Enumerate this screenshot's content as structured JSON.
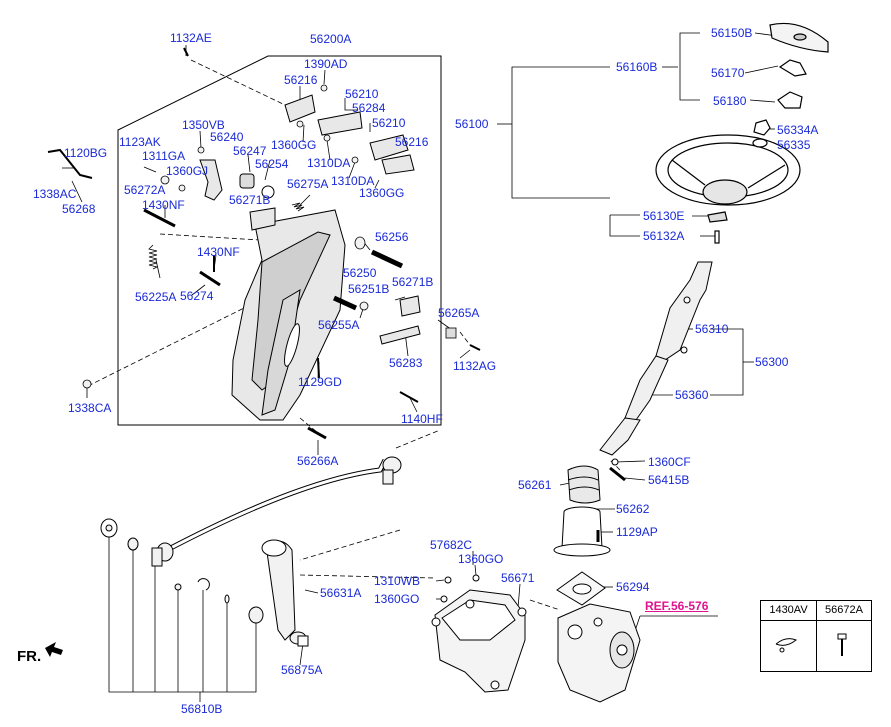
{
  "ref_label": "REF.56-576",
  "fr_label": "FR.",
  "legend_table": {
    "col1": "1430AV",
    "col2": "56672A"
  },
  "parts": {
    "p1132AE": "1132AE",
    "p56200A": "56200A",
    "p1390AD": "1390AD",
    "p56216a": "56216",
    "p56210a": "56210",
    "p56284": "56284",
    "p56210b": "56210",
    "p56216b": "56216",
    "p1360GGa": "1360GG",
    "p1310DA1": "1310DA",
    "p1310DA2": "1310DA",
    "p1360GGb": "1360GG",
    "p1350VB": "1350VB",
    "p1123AK": "1123AK",
    "p56240": "56240",
    "p1311GA": "1311GA",
    "p56247": "56247",
    "p56254": "56254",
    "p1360GJ": "1360GJ",
    "p1120BG": "1120BG",
    "p1338AC": "1338AC",
    "p56268": "56268",
    "p56272A": "56272A",
    "p1430NFa": "1430NF",
    "p56271Ba": "56271B",
    "p56275A": "56275A",
    "p1430NFb": "1430NF",
    "p56256": "56256",
    "p56250": "56250",
    "p56225A": "56225A",
    "p56274": "56274",
    "p56251B": "56251B",
    "p56271Bb": "56271B",
    "p56255A": "56255A",
    "p56265A": "56265A",
    "p56283": "56283",
    "p1132AG": "1132AG",
    "p1129GD": "1129GD",
    "p1338CA": "1338CA",
    "p1140HF": "1140HF",
    "p56266A": "56266A",
    "p56150B": "56150B",
    "p56160B": "56160B",
    "p56170": "56170",
    "p56100": "56100",
    "p56180": "56180",
    "p56334A": "56334A",
    "p56335": "56335",
    "p56130E": "56130E",
    "p56132A": "56132A",
    "p56310": "56310",
    "p56300": "56300",
    "p56360": "56360",
    "p1360CF": "1360CF",
    "p56261": "56261",
    "p56415B": "56415B",
    "p56262": "56262",
    "p1129AP": "1129AP",
    "p57682C": "57682C",
    "p1360GOa": "1360GO",
    "p1310WB": "1310WB",
    "p56671": "56671",
    "p56294": "56294",
    "p1360GOb": "1360GO",
    "p56631A": "56631A",
    "p56875A": "56875A",
    "p56810B": "56810B"
  }
}
